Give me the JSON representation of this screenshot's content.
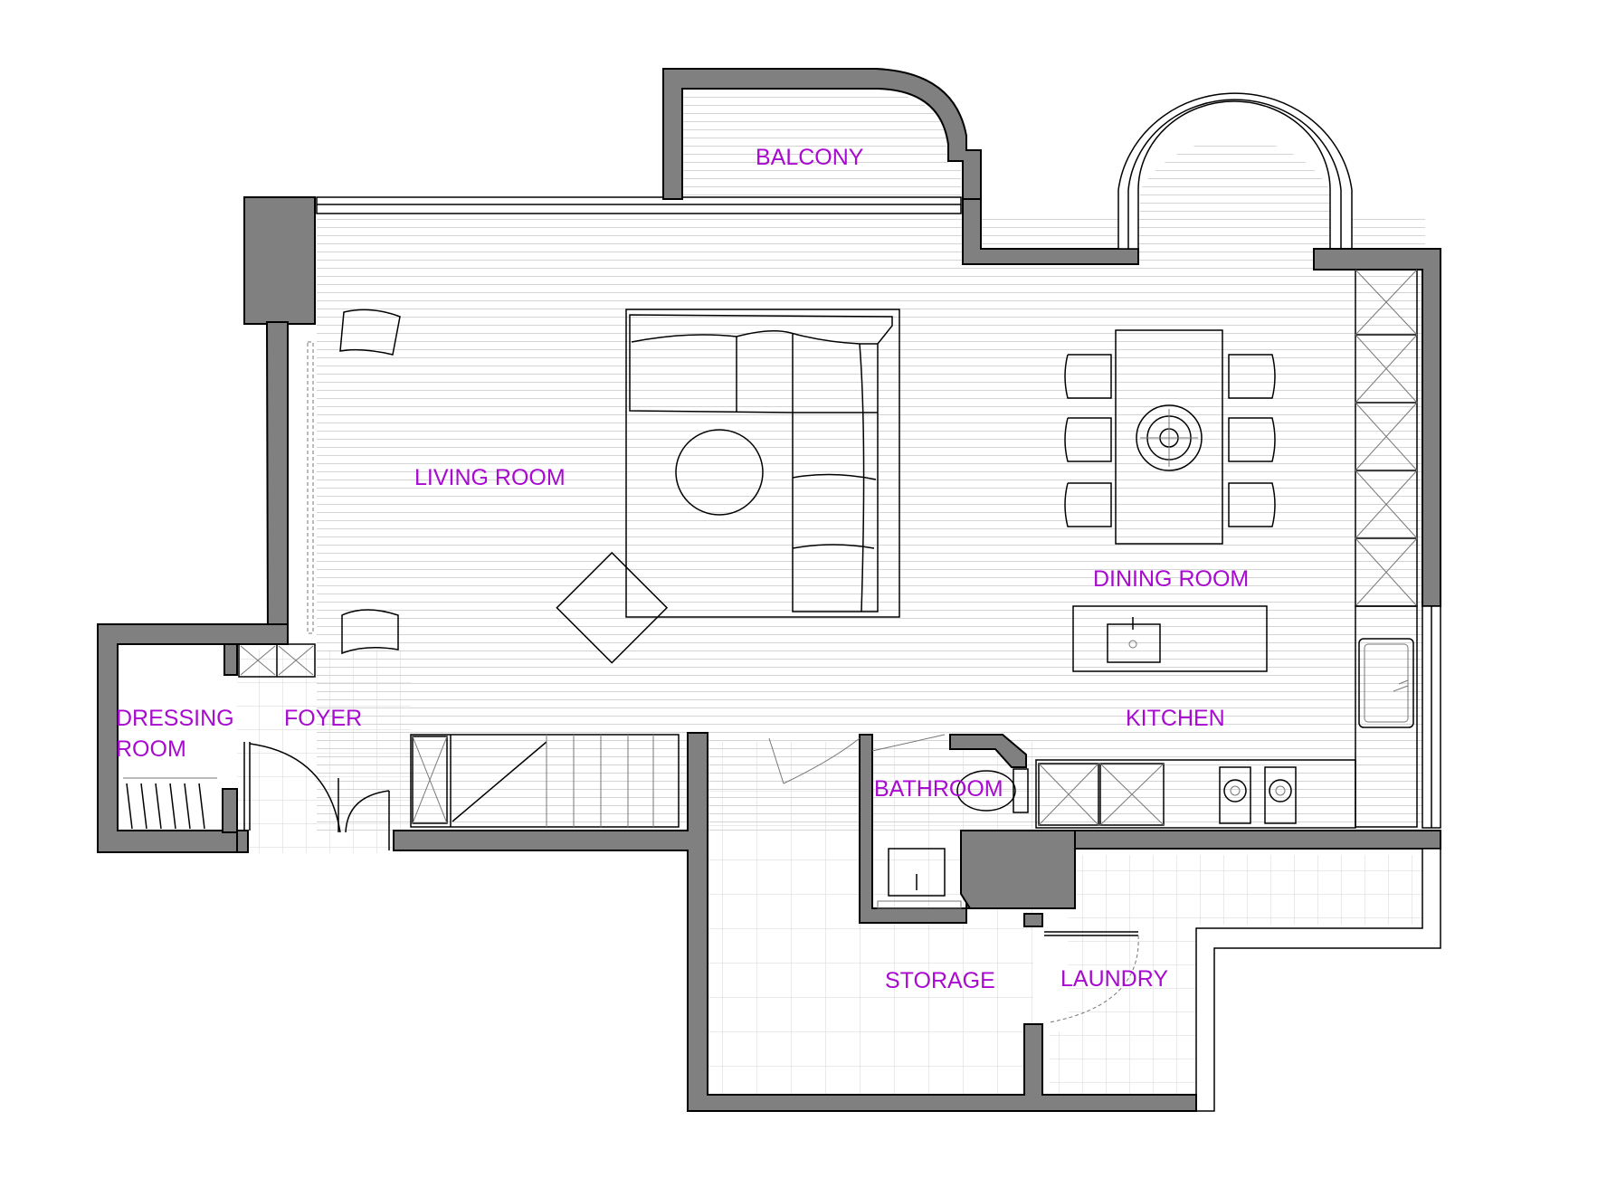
{
  "plan": {
    "rooms": {
      "balcony": "BALCONY",
      "living_room": "LIVING ROOM",
      "dining_room": "DINING ROOM",
      "kitchen": "KITCHEN",
      "foyer": "FOYER",
      "dressing_room_line1": "DRESSING",
      "dressing_room_line2": "ROOM",
      "bathroom": "BATHROOM",
      "storage": "STORAGE",
      "laundry": "LAUNDRY"
    },
    "label_color": "#a80ad0",
    "wall_color": "#808080"
  }
}
